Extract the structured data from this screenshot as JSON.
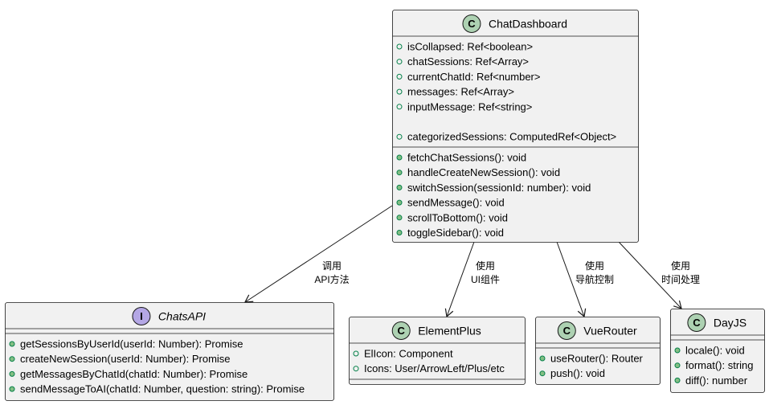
{
  "diagram": {
    "type": "uml-class-diagram",
    "classes": [
      {
        "id": "chat-dashboard",
        "name": "ChatDashboard",
        "kind": "class",
        "stereotype_letter": "C",
        "stereotype_color": "#add1b2",
        "fields": [
          {
            "text": "isCollapsed: Ref<boolean>",
            "visibility": "public"
          },
          {
            "text": "chatSessions: Ref<Array>",
            "visibility": "public"
          },
          {
            "text": "currentChatId: Ref<number>",
            "visibility": "public"
          },
          {
            "text": "messages: Ref<Array>",
            "visibility": "public"
          },
          {
            "text": "inputMessage: Ref<string>",
            "visibility": "public"
          },
          {
            "text": "categorizedSessions: ComputedRef<Object>",
            "visibility": "public",
            "gap_before": true
          }
        ],
        "methods": [
          {
            "text": "fetchChatSessions(): void",
            "visibility": "public"
          },
          {
            "text": "handleCreateNewSession(): void",
            "visibility": "public"
          },
          {
            "text": "switchSession(sessionId: number): void",
            "visibility": "public"
          },
          {
            "text": "sendMessage(): void",
            "visibility": "public"
          },
          {
            "text": "scrollToBottom(): void",
            "visibility": "public"
          },
          {
            "text": "toggleSidebar(): void",
            "visibility": "public"
          }
        ]
      },
      {
        "id": "chats-api",
        "name": "ChatsAPI",
        "kind": "interface",
        "stereotype_letter": "I",
        "stereotype_color": "#b4a7e5",
        "fields": [],
        "methods": [
          {
            "text": "getSessionsByUserId(userId: Number): Promise",
            "visibility": "public"
          },
          {
            "text": "createNewSession(userId: Number): Promise",
            "visibility": "public"
          },
          {
            "text": "getMessagesByChatId(chatId: Number): Promise",
            "visibility": "public"
          },
          {
            "text": "sendMessageToAI(chatId: Number, question: string): Promise",
            "visibility": "public"
          }
        ]
      },
      {
        "id": "element-plus",
        "name": "ElementPlus",
        "kind": "class",
        "stereotype_letter": "C",
        "stereotype_color": "#add1b2",
        "fields": [
          {
            "text": "ElIcon: Component",
            "visibility": "public"
          },
          {
            "text": "Icons: User/ArrowLeft/Plus/etc",
            "visibility": "public"
          }
        ],
        "methods": []
      },
      {
        "id": "vue-router",
        "name": "VueRouter",
        "kind": "class",
        "stereotype_letter": "C",
        "stereotype_color": "#add1b2",
        "fields": [],
        "methods": [
          {
            "text": "useRouter(): Router",
            "visibility": "public"
          },
          {
            "text": "push(): void",
            "visibility": "public"
          }
        ]
      },
      {
        "id": "dayjs",
        "name": "DayJS",
        "kind": "class",
        "stereotype_letter": "C",
        "stereotype_color": "#add1b2",
        "fields": [],
        "methods": [
          {
            "text": "locale(): void",
            "visibility": "public"
          },
          {
            "text": "format(): string",
            "visibility": "public"
          },
          {
            "text": "diff(): number",
            "visibility": "public"
          }
        ]
      }
    ],
    "relations": [
      {
        "id": "rel-api",
        "from": "chat-dashboard",
        "to": "chats-api",
        "label_lines": [
          "调用",
          "API方法"
        ]
      },
      {
        "id": "rel-element",
        "from": "chat-dashboard",
        "to": "element-plus",
        "label_lines": [
          "使用",
          "UI组件"
        ]
      },
      {
        "id": "rel-router",
        "from": "chat-dashboard",
        "to": "vue-router",
        "label_lines": [
          "使用",
          "导航控制"
        ]
      },
      {
        "id": "rel-dayjs",
        "from": "chat-dashboard",
        "to": "dayjs",
        "label_lines": [
          "使用",
          "时间处理"
        ]
      }
    ],
    "colors": {
      "box_fill": "#f1f1f1",
      "box_stroke": "#181818",
      "field_marker_stroke": "#038048",
      "method_marker_fill": "#84be84",
      "method_marker_stroke": "#038048"
    }
  }
}
